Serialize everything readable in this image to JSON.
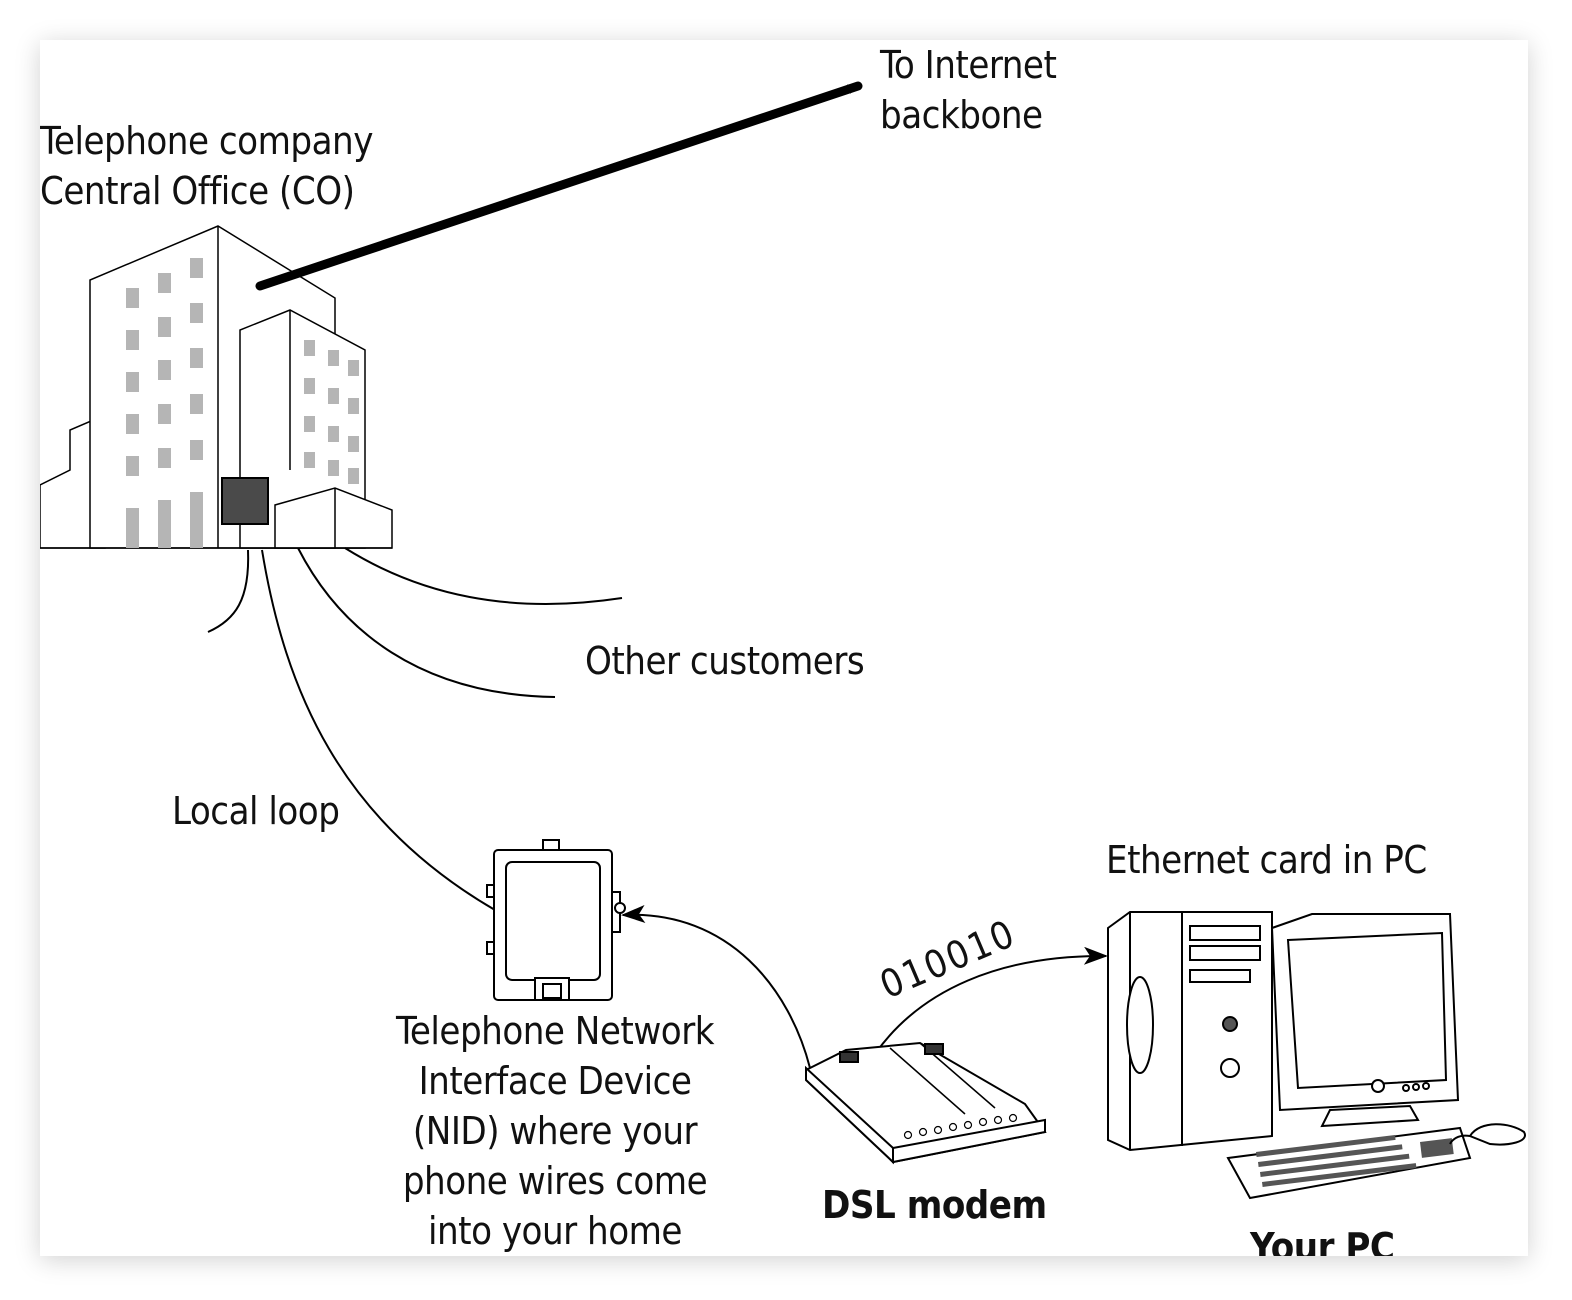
{
  "labels": {
    "central_office_line1": "Telephone company",
    "central_office_line2": "Central Office (CO)",
    "internet_line1": "To Internet",
    "internet_line2": "backbone",
    "other_customers": "Other customers",
    "local_loop": "Local loop",
    "nid_line1": "Telephone Network",
    "nid_line2": "Interface Device",
    "nid_line3": "(NID) where your",
    "nid_line4": "phone wires come",
    "nid_line5": "into your home",
    "ethernet_card": "Ethernet card in PC",
    "binary_data": "010010",
    "dsl_modem": "DSL modem",
    "your_pc": "Your PC"
  },
  "colors": {
    "line": "#000000",
    "window_gray": "#b5b5b5",
    "co_box": "#4a4a4a"
  }
}
